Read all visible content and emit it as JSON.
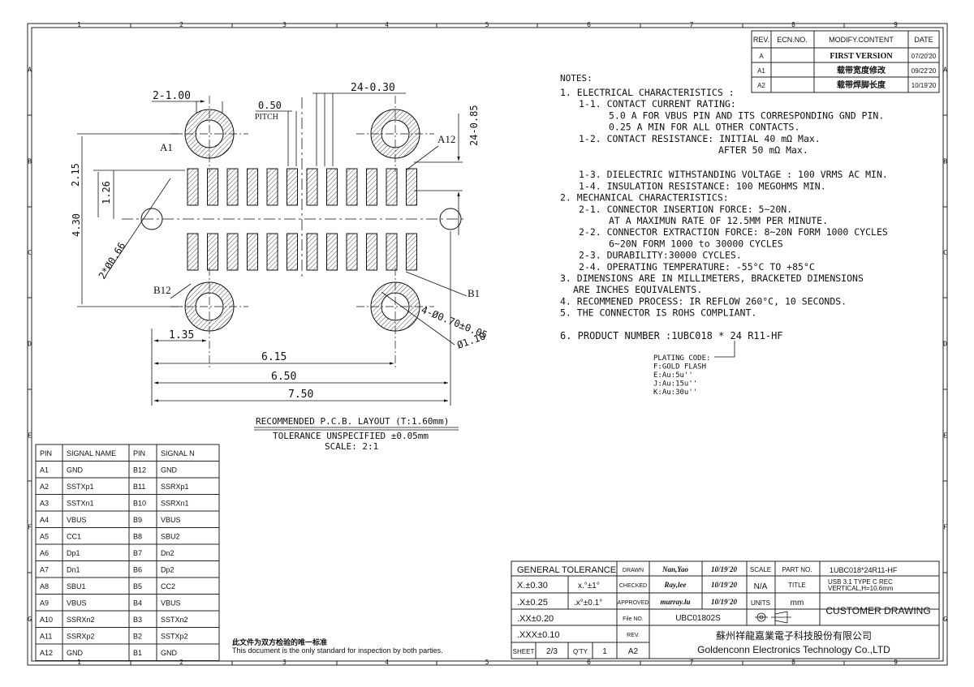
{
  "frame": {
    "cols": [
      "1",
      "2",
      "3",
      "4",
      "5",
      "6",
      "7",
      "8",
      "9"
    ],
    "rows": [
      "A",
      "B",
      "C",
      "D",
      "E",
      "F",
      "G"
    ]
  },
  "revision": {
    "headers": [
      "REV.",
      "ECN.NO.",
      "MODIFY.CONTENT",
      "DATE"
    ],
    "rows": [
      {
        "rev": "A",
        "ecn": "",
        "content": "FIRST VERSION",
        "date": "07/20'20"
      },
      {
        "rev": "A1",
        "ecn": "",
        "content": "载带宽度修改",
        "date": "09/22'20"
      },
      {
        "rev": "A2",
        "ecn": "",
        "content": "载带焊脚长度",
        "date": "10/19'20"
      }
    ]
  },
  "drawing": {
    "dims": {
      "d_2_100": "2-1.00",
      "d_24_030": "24-0.30",
      "d_050": "0.50",
      "pitch": "PITCH",
      "d_24_085": "24-0.85",
      "d_215": "2.15",
      "d_126": "1.26",
      "d_430": "4.30",
      "d_2x066": "2*Ø0.66",
      "d_4x070": "4-Ø0.70±0.05",
      "d_110": "Ø1.10",
      "d_135": "1.35",
      "d_615": "6.15",
      "d_650": "6.50",
      "d_750": "7.50"
    },
    "labels": {
      "a1": "A1",
      "a12": "A12",
      "b12": "B12",
      "b1": "B1"
    },
    "caption": {
      "line1": "RECOMMENDED   P.C.B. LAYOUT (T:1.60mm)",
      "line2": "TOLERANCE UNSPECIFIED ±0.05mm",
      "line3": "SCALE: 2:1"
    }
  },
  "notes": {
    "heading": "NOTES:",
    "lines": [
      {
        "indent": 0,
        "gap": 0,
        "text": "1. ELECTRICAL CHARACTERISTICS :"
      },
      {
        "indent": 1,
        "gap": 0,
        "text": "1-1. CONTACT CURRENT RATING:"
      },
      {
        "indent": 2,
        "gap": 0,
        "text": "5.0 A FOR VBUS PIN AND ITS CORRESPONDING GND PIN."
      },
      {
        "indent": 2,
        "gap": 0,
        "text": "0.25 A MIN FOR ALL OTHER CONTACTS."
      },
      {
        "indent": 1,
        "gap": 0,
        "text": "1-2. CONTACT RESISTANCE: INITIAL 40 mΩ Max."
      },
      {
        "indent": 4,
        "gap": 0,
        "text": "AFTER 50 mΩ Max."
      },
      {
        "indent": 1,
        "gap": 1,
        "text": "1-3. DIELECTRIC WITHSTANDING VOLTAGE : 100 VRMS AC MIN."
      },
      {
        "indent": 1,
        "gap": 0,
        "text": "1-4. INSULATION RESISTANCE: 100 MEGOHMS MIN."
      },
      {
        "indent": 0,
        "gap": 0,
        "text": "2. MECHANICAL CHARACTERISTICS:"
      },
      {
        "indent": 1,
        "gap": 0,
        "text": "2-1. CONNECTOR INSERTION FORCE: 5~20N."
      },
      {
        "indent": 3,
        "gap": 0,
        "text": "AT A MAXIMUN RATE OF 12.5MM PER MINUTE."
      },
      {
        "indent": 1,
        "gap": 0,
        "text": "2-2. CONNECTOR EXTRACTION FORCE: 8~20N FORM 1000 CYCLES"
      },
      {
        "indent": 3,
        "gap": 0,
        "text": "6~20N FORM 1000 to 30000 CYCLES"
      },
      {
        "indent": 1,
        "gap": 0,
        "text": "2-3. DURABILITY:30000 CYCLES."
      },
      {
        "indent": 1,
        "gap": 0,
        "text": "2-4. OPERATING TEMPERATURE: -55°C TO +85°C"
      },
      {
        "indent": 0,
        "gap": 0,
        "text": "3. DIMENSIONS ARE IN MILLIMETERS, BRACKETED DIMENSIONS"
      },
      {
        "indent": 5,
        "gap": 0,
        "text": "ARE INCHES EQUIVALENTS."
      },
      {
        "indent": 0,
        "gap": 0,
        "text": "4. RECOMMENED PROCESS: IR REFLOW 260°C, 10 SECONDS."
      },
      {
        "indent": 0,
        "gap": 0,
        "text": "5. THE CONNECTOR IS ROHS COMPLIANT."
      }
    ],
    "product": "6. PRODUCT NUMBER :1UBC018 * 24 R11-HF",
    "plating": [
      "PLATING CODE:",
      "F:GOLD FLASH",
      "E:Au:5u''",
      "J:Au:15u''",
      "K:Au:30u''"
    ]
  },
  "pins": {
    "headers": [
      "PIN",
      "SIGNAL NAME",
      "PIN",
      "SIGNAL N"
    ],
    "rows": [
      [
        "A1",
        "GND",
        "B12",
        "GND"
      ],
      [
        "A2",
        "SSTXp1",
        "B11",
        "SSRXp1"
      ],
      [
        "A3",
        "SSTXn1",
        "B10",
        "SSRXn1"
      ],
      [
        "A4",
        "VBUS",
        "B9",
        "VBUS"
      ],
      [
        "A5",
        "CC1",
        "B8",
        "SBU2"
      ],
      [
        "A6",
        "Dp1",
        "B7",
        "Dn2"
      ],
      [
        "A7",
        "Dn1",
        "B6",
        "Dp2"
      ],
      [
        "A8",
        "SBU1",
        "B5",
        "CC2"
      ],
      [
        "A9",
        "VBUS",
        "B4",
        "VBUS"
      ],
      [
        "A10",
        "SSRXn2",
        "B3",
        "SSTXn2"
      ],
      [
        "A11",
        "SSRXp2",
        "B2",
        "SSTXp2"
      ],
      [
        "A12",
        "GND",
        "B1",
        "GND"
      ]
    ]
  },
  "standard": {
    "cn": "此文件为双方检验的唯一标准",
    "en": "This document is the only standard for inspection by both parties."
  },
  "titleblock": {
    "general_tolerance": "GENERAL TOLERANCE",
    "tol": {
      "x": "X.±0.30",
      "xx": ".X±0.25",
      "xxx": ".XX±0.20",
      "xxxx": ".XXX±0.10",
      "ang1": "x.°±1°",
      "ang2": ".x°±0.1°"
    },
    "drawn_label": "DRAWN",
    "drawn_by": "Nan,Yao",
    "drawn_date": "10/19'20",
    "checked_label": "CHECKED",
    "checked_by": "Ray,lee",
    "checked_date": "10/19'20",
    "approved_label": "APPROVED",
    "approved_by": "murray.lu",
    "approved_date": "10/19'20",
    "scale_label": "SCALE",
    "scale_value": "N/A",
    "units_label": "UNITS",
    "units_value": "mm",
    "partno_label": "PART NO.",
    "partno_value": "1UBC018*24R11-HF",
    "title_label": "TITLE",
    "title_line1": "USB 3.1 TYPE C REC",
    "title_line2": "VERTICAL,H=10.6mm",
    "customer": "CUSTOMER DRAWING",
    "file_label": "File NO.",
    "file_value": "UBC01802S",
    "rev_label": "REV.",
    "rev_value": "A2",
    "sheet_label": "SHEET",
    "sheet_value": "2/3",
    "qty_label": "Q'TY",
    "qty_value": "1",
    "company_cn": "蘇州祥龍嘉業電子科技股份有限公司",
    "company_en": "Goldenconn Electronics Technology Co.,LTD"
  }
}
